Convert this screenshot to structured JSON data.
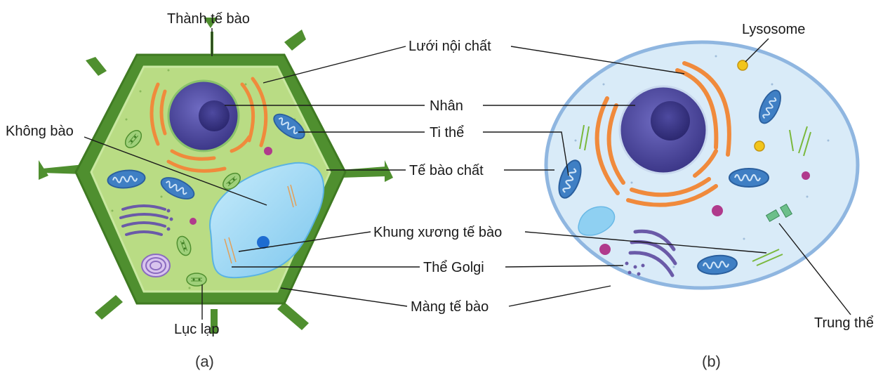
{
  "labels": {
    "cell_wall": "Thành tế bào",
    "vacuole": "Không bào",
    "chloroplast": "Lục lạp",
    "endoplasmic_reticulum": "Lưới nội chất",
    "nucleus": "Nhân",
    "mitochondria": "Ti thể",
    "cytoplasm": "Tế bào chất",
    "cytoskeleton": "Khung xương tế bào",
    "golgi": "Thể Golgi",
    "cell_membrane": "Màng tế bào",
    "lysosome": "Lysosome",
    "centrosome": "Trung thể"
  },
  "captions": {
    "plant": "(a)",
    "animal": "(b)"
  },
  "colors": {
    "cell_wall": "#4f8f2f",
    "plant_cytoplasm": "#b9dc84",
    "animal_membrane": "#8fb6e0",
    "animal_cytoplasm": "#d9ebf8",
    "nucleus": "#4a4598",
    "er": "#f08a3c",
    "mitochondria": "#4e90d6",
    "vacuole": "#8fd0f2",
    "golgi": "#6a5aa8",
    "lysosome": "#f2c51c",
    "chloroplast": "#8cc36a"
  }
}
